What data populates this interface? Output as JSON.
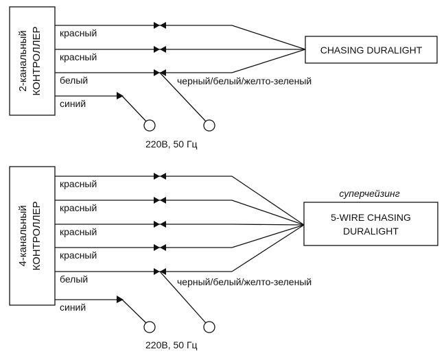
{
  "diagrams": [
    {
      "controller": {
        "line1": "2-канальный",
        "line2": "КОНТРОЛЛЕР"
      },
      "wires": [
        "красный",
        "красный",
        "белый",
        "синий"
      ],
      "cable_label": "черный/белый/желто-зеленый",
      "power_label": "220В,  50 Гц",
      "device": {
        "caption": "",
        "line1": "CHASING DURALIGHT",
        "line2": ""
      }
    },
    {
      "controller": {
        "line1": "4-канальный",
        "line2": "КОНТРОЛЛЕР"
      },
      "wires": [
        "красный",
        "красный",
        "красный",
        "красный",
        "белый",
        "синий"
      ],
      "cable_label": "черный/белый/желто-зеленый",
      "power_label": "220В,  50 Гц",
      "device": {
        "caption": "суперчейзинг",
        "line1": "5-WIRE CHASING",
        "line2": "DURALIGHT"
      }
    }
  ]
}
